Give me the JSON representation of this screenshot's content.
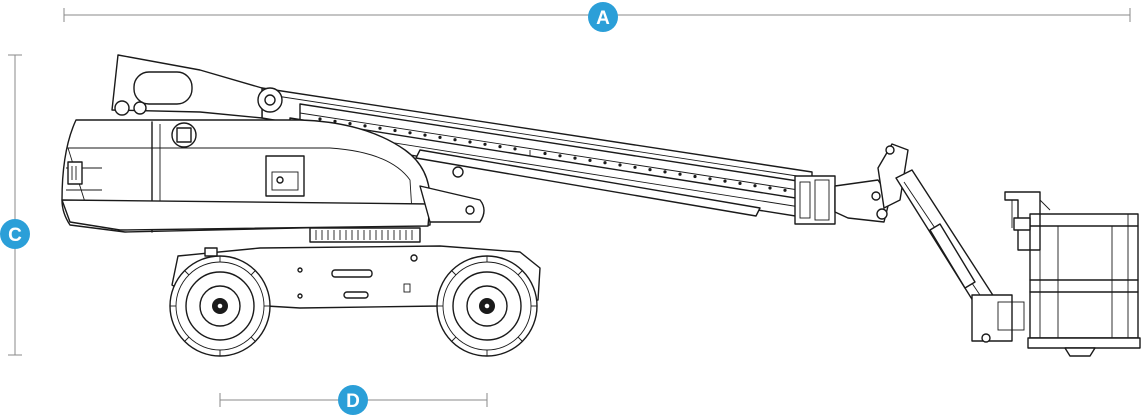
{
  "dimensions": [
    {
      "id": "A",
      "label": "A"
    },
    {
      "id": "C",
      "label": "C"
    },
    {
      "id": "D",
      "label": "D"
    }
  ],
  "colors": {
    "badge": "#2b9fd8",
    "dimension_line": "#8a8a8a",
    "outline": "#1a1a1a"
  }
}
